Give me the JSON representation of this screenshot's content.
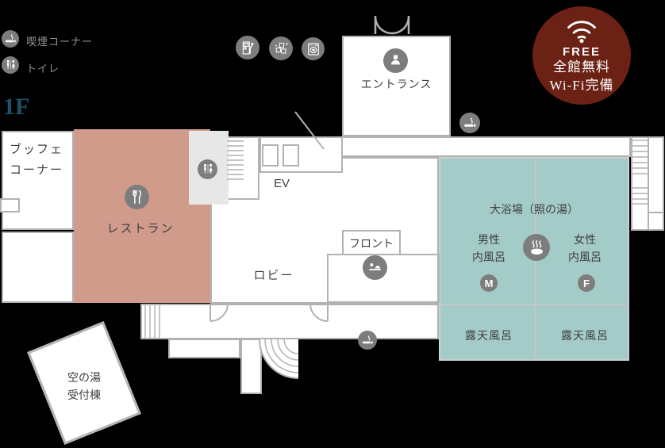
{
  "floor_label": "1F",
  "legend": {
    "smoking": "喫煙コーナー",
    "toilet": "トイレ"
  },
  "amenity_icons": [
    "vending-machine",
    "ice-machine",
    "laundry"
  ],
  "wifi_badge": {
    "free": "FREE",
    "line1": "全館無料",
    "line2": "Wi-Fi完備"
  },
  "rooms": {
    "buffet_line1": "ブッフェ",
    "buffet_line2": "コーナー",
    "restaurant": "レストラン",
    "entrance": "エントランス",
    "ev": "EV",
    "front": "フロント",
    "lobby": "ロビー",
    "bath_title": "大浴場（照の湯）",
    "male_line1": "男性",
    "male_line2": "内風呂",
    "female_line1": "女性",
    "female_line2": "内風呂",
    "male_badge": "M",
    "female_badge": "F",
    "open_air_left": "露天風呂",
    "open_air_right": "露天風呂",
    "reception_line1": "空の湯",
    "reception_line2": "受付棟"
  },
  "colors": {
    "restaurant_fill": "#d09b8b",
    "bath_fill": "#a3cbc8",
    "service_gray": "#e7e7e7",
    "wall_gray": "#b2b2b2",
    "wifi_red": "#6c2115",
    "floor_label_teal": "#1d5168"
  }
}
